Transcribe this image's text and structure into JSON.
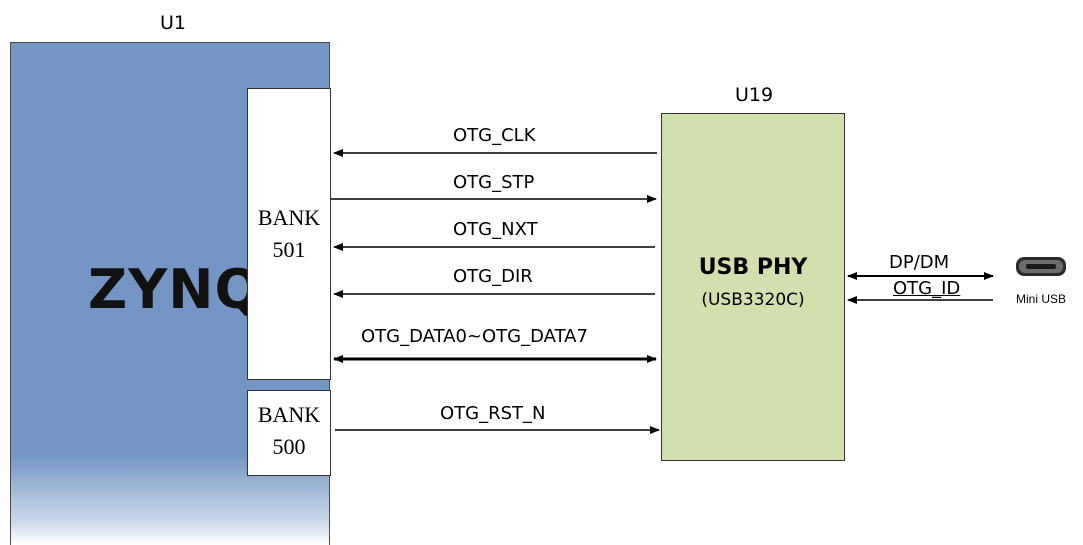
{
  "labels": {
    "u1": "U1",
    "u19": "U19",
    "zynq": "ZYNQ",
    "bank501_line1": "BANK",
    "bank501_line2": "501",
    "bank500_line1": "BANK",
    "bank500_line2": "500",
    "phy_title": "USB PHY",
    "phy_part": "(USB3320C)",
    "mini_usb": "Mini USB"
  },
  "signals": {
    "otg_clk": "OTG_CLK",
    "otg_stp": "OTG_STP",
    "otg_nxt": "OTG_NXT",
    "otg_dir": "OTG_DIR",
    "otg_data": "OTG_DATA0~OTG_DATA7",
    "otg_rst": "OTG_RST_N",
    "dp_dm": "DP/DM",
    "otg_id": "OTG_ID"
  },
  "colors": {
    "zynq_fill": "#7396c4",
    "phy_fill": "#d3e0ad"
  },
  "icons": {
    "connector": "mini-usb-connector-icon"
  }
}
